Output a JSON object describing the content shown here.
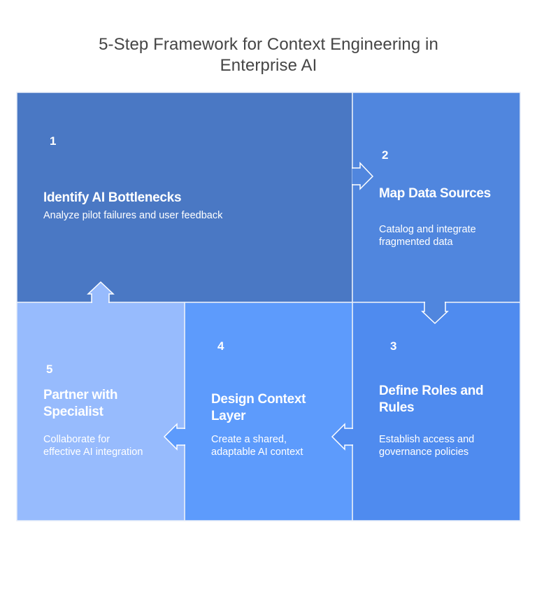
{
  "title": {
    "line1": "5-Step Framework for Context Engineering in",
    "line2": "Enterprise AI"
  },
  "colors": {
    "step1": "#4A78C4",
    "step2": "#5086DE",
    "step3": "#4F8BEF",
    "step4": "#5D9BFC",
    "step5": "#97BBFD",
    "outline": "#FFFFFF",
    "title_text": "#454545"
  },
  "steps": [
    {
      "number": "1",
      "title": "Identify AI Bottlenecks",
      "title_lines": [
        "Identify AI Bottlenecks"
      ],
      "description_lines": [
        "Analyze pilot failures and user feedback"
      ]
    },
    {
      "number": "2",
      "title": "Map Data Sources",
      "title_lines": [
        "Map Data Sources"
      ],
      "description_lines": [
        "Catalog and integrate",
        "fragmented data"
      ]
    },
    {
      "number": "3",
      "title": "Define Roles and Rules",
      "title_lines": [
        "Define Roles and",
        "Rules"
      ],
      "description_lines": [
        "Establish access and",
        "governance policies"
      ]
    },
    {
      "number": "4",
      "title": "Design Context Layer",
      "title_lines": [
        "Design Context",
        "Layer"
      ],
      "description_lines": [
        "Create a shared,",
        "adaptable AI context"
      ]
    },
    {
      "number": "5",
      "title": "Partner with Specialist",
      "title_lines": [
        "Partner with",
        "Specialist"
      ],
      "description_lines": [
        "Collaborate for",
        "effective AI integration"
      ]
    }
  ],
  "flow": [
    {
      "from": "1",
      "to": "2",
      "direction": "right"
    },
    {
      "from": "2",
      "to": "3",
      "direction": "down"
    },
    {
      "from": "3",
      "to": "4",
      "direction": "left"
    },
    {
      "from": "4",
      "to": "5",
      "direction": "left"
    },
    {
      "from": "5",
      "to": "1",
      "direction": "up"
    }
  ]
}
